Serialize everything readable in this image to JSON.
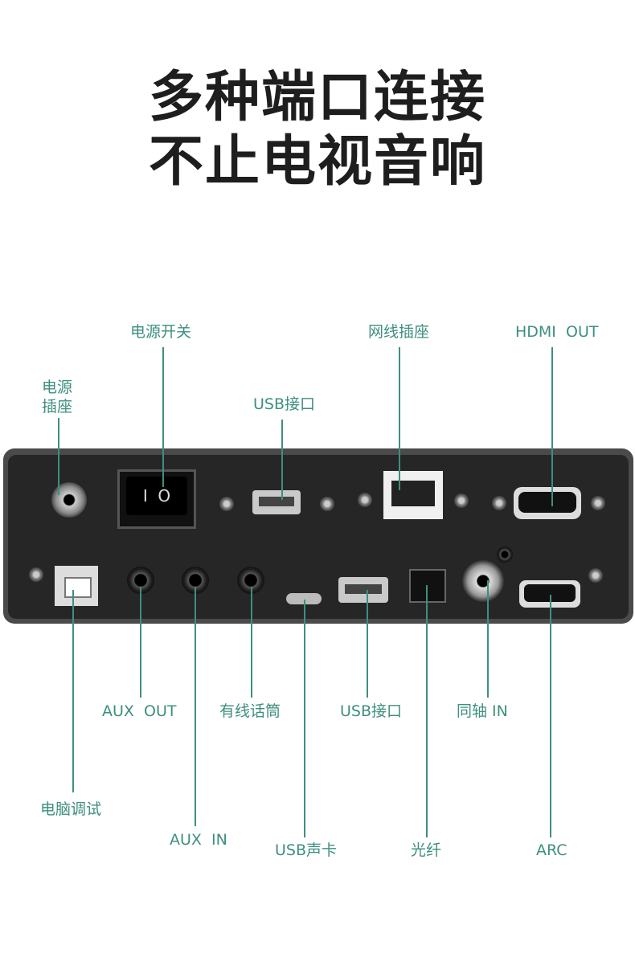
{
  "headline": {
    "line1": "多种端口连接",
    "line2": "不止电视音响"
  },
  "labels": {
    "dc_power": "电源\n插座",
    "power_switch": "电源开关",
    "usb_top": "USB接口",
    "ethernet": "网线插座",
    "hdmi_out": "HDMI  OUT",
    "aux_out": "AUX  OUT",
    "wired_mic": "有线话筒",
    "usb_bottom": "USB接口",
    "coaxial_in": "同轴 IN",
    "pc_debug": "电脑调试",
    "aux_in": "AUX  IN",
    "usb_sound_card": "USB声卡",
    "optical": "光纤",
    "arc": "ARC"
  },
  "colors": {
    "label": "#3d8f80",
    "headline": "#1e1e1e"
  }
}
